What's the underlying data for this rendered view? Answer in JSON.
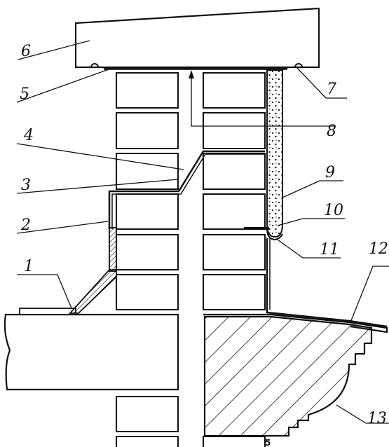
{
  "diagram": {
    "colors": {
      "ink": "#111111",
      "paper": "#ffffff"
    },
    "callouts": [
      {
        "id": "callout-1",
        "text": "1"
      },
      {
        "id": "callout-2",
        "text": "2"
      },
      {
        "id": "callout-3",
        "text": "3"
      },
      {
        "id": "callout-4",
        "text": "4"
      },
      {
        "id": "callout-5",
        "text": "5"
      },
      {
        "id": "callout-6",
        "text": "6"
      },
      {
        "id": "callout-7",
        "text": "7"
      },
      {
        "id": "callout-8",
        "text": "8"
      },
      {
        "id": "callout-9",
        "text": "9"
      },
      {
        "id": "callout-10",
        "text": "10"
      },
      {
        "id": "callout-11",
        "text": "11"
      },
      {
        "id": "callout-12",
        "text": "12"
      },
      {
        "id": "callout-13",
        "text": "13"
      }
    ],
    "corner_mark": "5"
  }
}
